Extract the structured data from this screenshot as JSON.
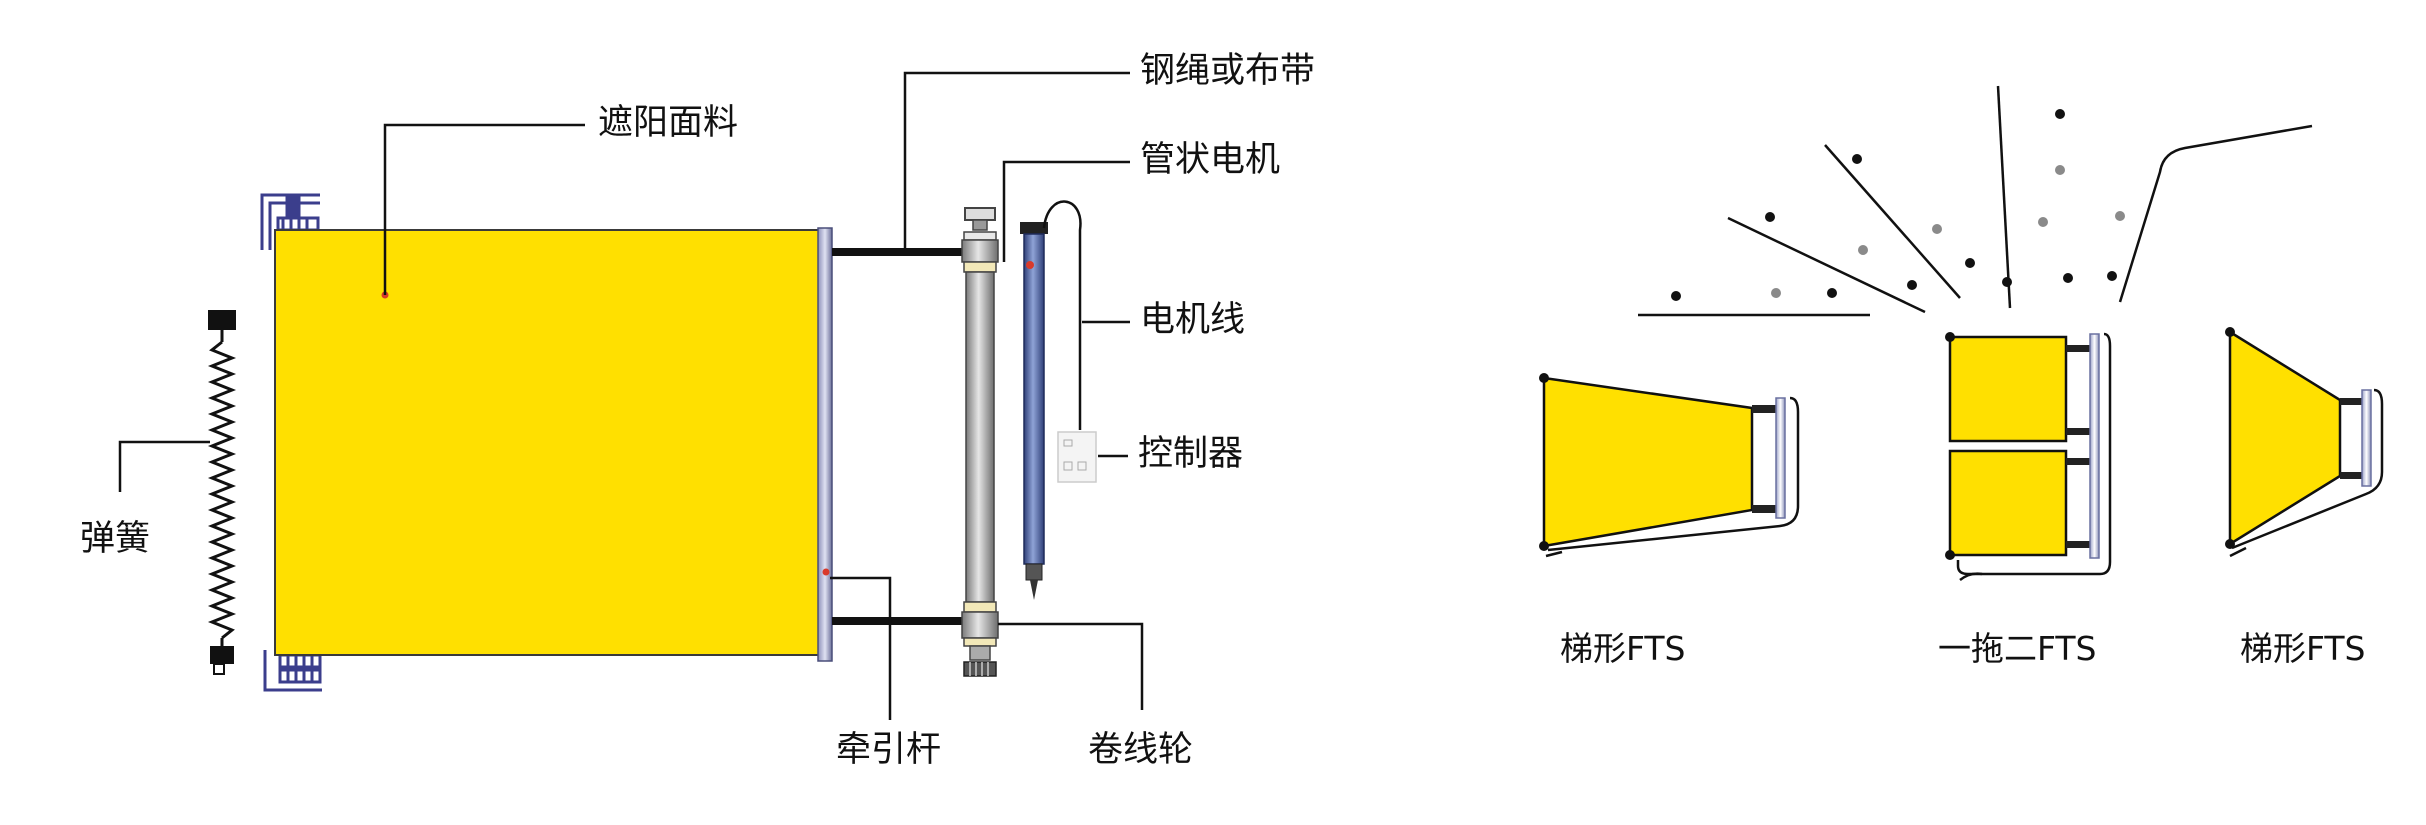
{
  "colors": {
    "fabric": "#FFE000",
    "fabric_stroke": "#3a3a3a",
    "line": "#111111",
    "bracket": "#3b3e8c",
    "tube_blue": "#4a5fa0",
    "red_dot": "#d93a2b"
  },
  "labels": {
    "fabric": "遮阳面料",
    "rope": "钢绳或布带",
    "motor": "管状电机",
    "motor_wire": "电机线",
    "controller": "控制器",
    "spring": "弹簧",
    "pull_rod": "牵引杆",
    "reel": "卷线轮"
  },
  "captions": {
    "left": "梯形FTS",
    "middle": "一拖二FTS",
    "right": "梯形FTS"
  }
}
